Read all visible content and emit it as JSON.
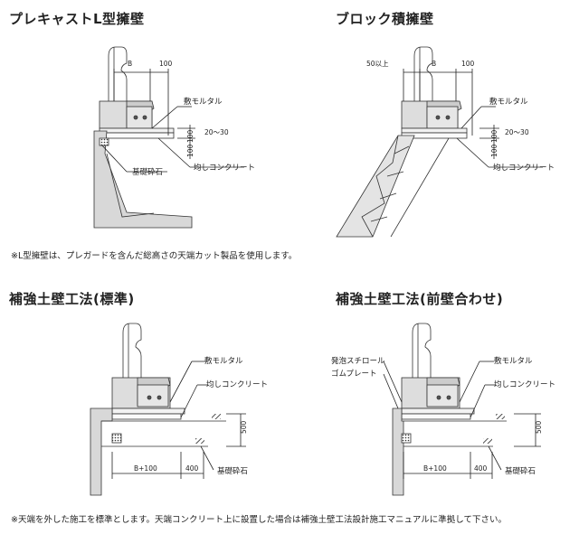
{
  "sections": [
    {
      "title": "プレキャストL型擁壁",
      "labels": {
        "b": "B",
        "d100": "100",
        "mortar": "敷モルタル",
        "gap": "20～30",
        "v100a": "100",
        "v100b": "100",
        "crushed": "基礎砕石",
        "leveling": "均しコンクリート"
      }
    },
    {
      "title": "ブロック積擁壁",
      "labels": {
        "over50": "50以上",
        "b": "B",
        "d100": "100",
        "mortar": "敷モルタル",
        "gap": "20～30",
        "v100a": "100",
        "v100b": "100",
        "leveling": "均しコンクリート"
      }
    },
    {
      "title": "補強土壁工法(標準)",
      "labels": {
        "mortar": "敷モルタル",
        "leveling": "均しコンクリート",
        "d500": "500",
        "b100": "B+100",
        "d400": "400",
        "crushed": "基礎砕石"
      }
    },
    {
      "title": "補強土壁工法(前壁合わせ)",
      "labels": {
        "foam": "発泡スチロール",
        "rubber": "ゴムプレート",
        "mortar": "敷モルタル",
        "leveling": "均しコンクリート",
        "d500": "500",
        "b100": "B+100",
        "d400": "400",
        "crushed": "基礎砕石"
      }
    }
  ],
  "notes": {
    "top": "※L型擁壁は、プレガードを含んだ総高さの天端カット製品を使用します。",
    "bottom": "※天端を外した施工を標準とします。天端コンクリート上に設置した場合は補強土壁工法設計施工マニュアルに準拠して下さい。"
  }
}
